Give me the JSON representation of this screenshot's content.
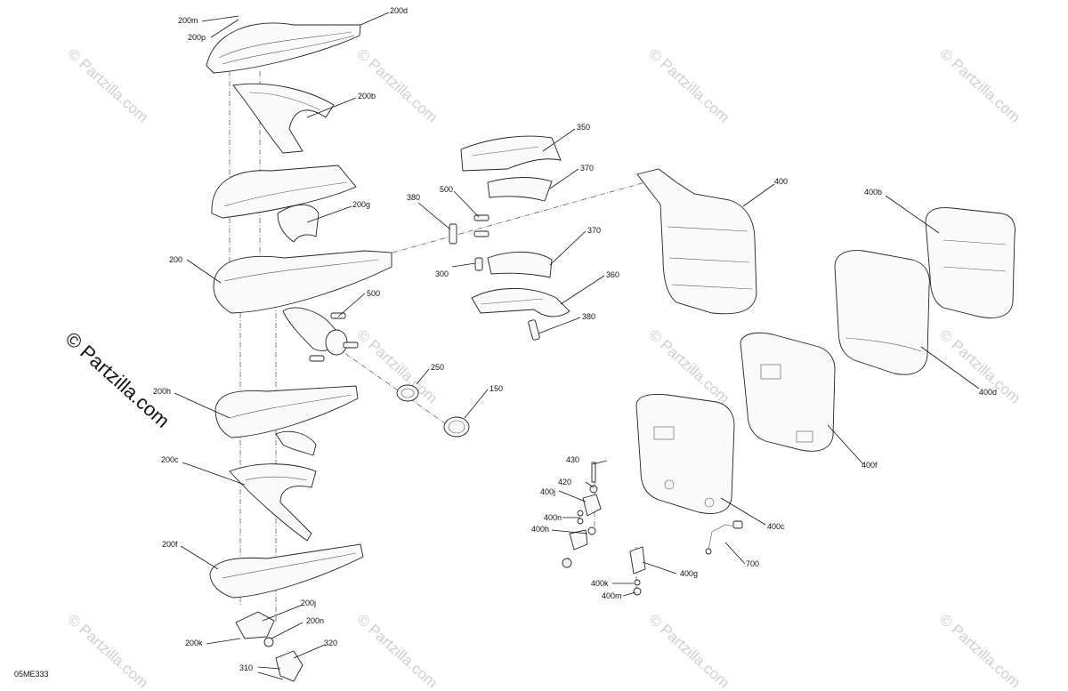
{
  "diagram": {
    "code": "05ME333",
    "watermark": "© Partzilla.com"
  },
  "callouts": {
    "c200m": "200m",
    "c200p": "200p",
    "c200d": "200d",
    "c200b": "200b",
    "c200g": "200g",
    "c200": "200",
    "c200h": "200h",
    "c200c": "200c",
    "c200f": "200f",
    "c200j": "200j",
    "c200n": "200n",
    "c200k": "200k",
    "c320": "320",
    "c310": "310",
    "c350": "350",
    "c370a": "370",
    "c370b": "370",
    "c380a": "380",
    "c380b": "380",
    "c500a": "500",
    "c500b": "500",
    "c300": "300",
    "c360": "360",
    "c250": "250",
    "c150": "150",
    "c400": "400",
    "c400b": "400b",
    "c400d": "400d",
    "c400f": "400f",
    "c400c": "400c",
    "c430": "430",
    "c420": "420",
    "c400j": "400j",
    "c400n": "400n",
    "c400h": "400h",
    "c400g": "400g",
    "c400k": "400k",
    "c400m": "400m",
    "c700": "700"
  }
}
